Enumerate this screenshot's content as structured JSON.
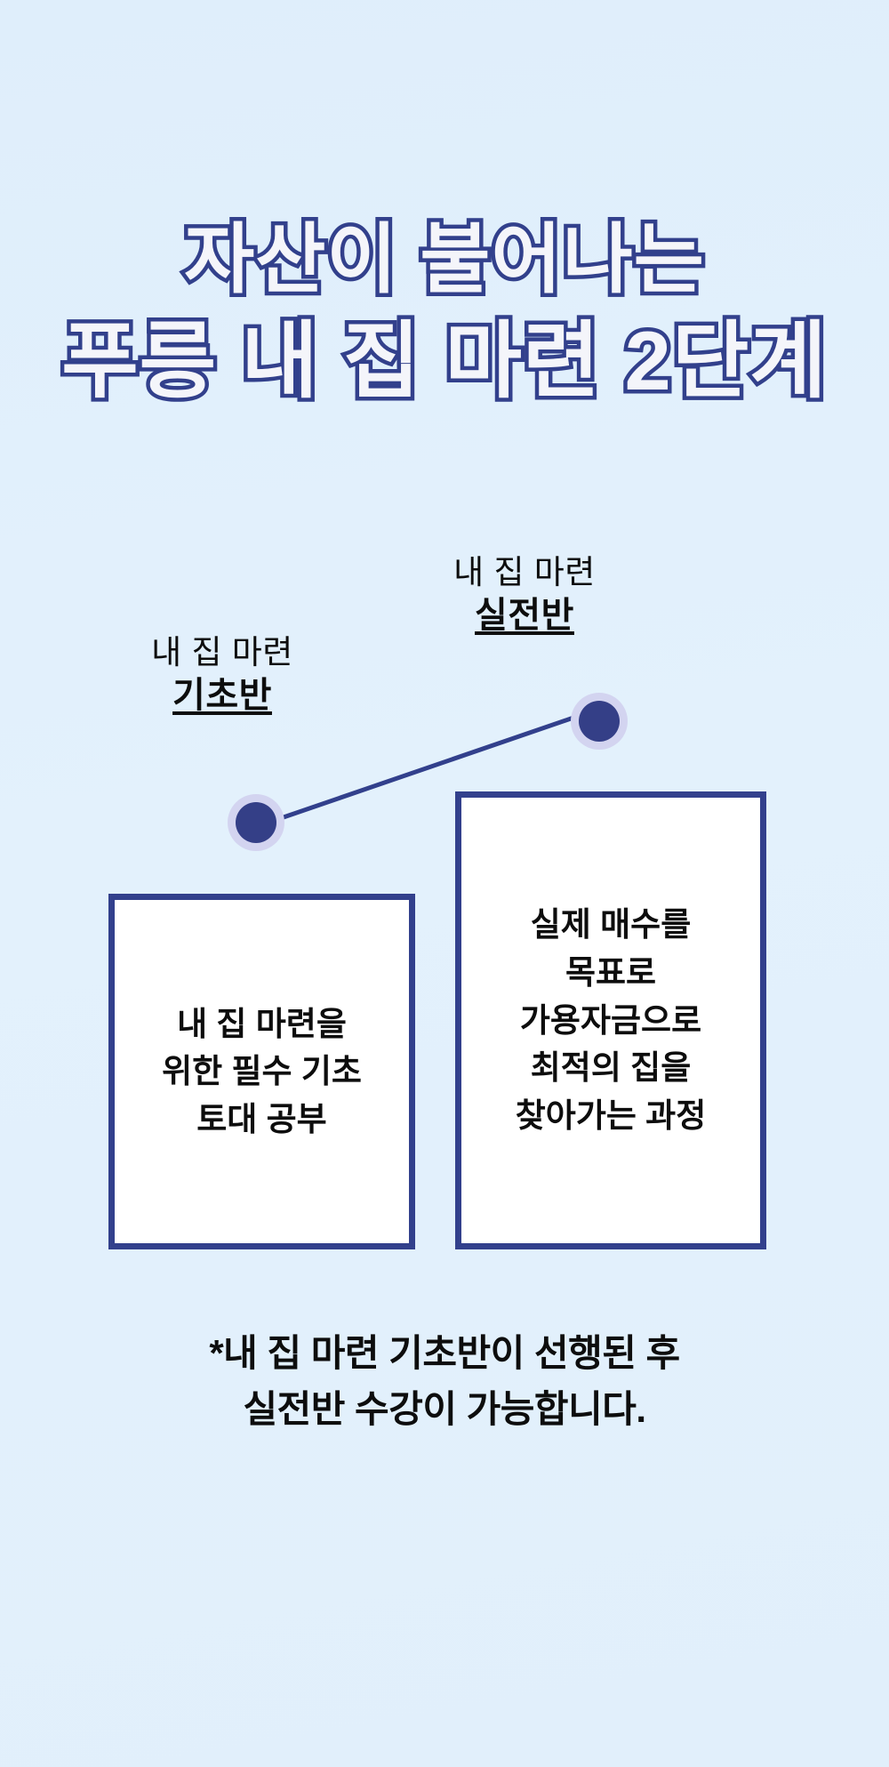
{
  "background": {
    "color": "#e2f0fb",
    "accent_navy": "#32408c",
    "dot_core": "#343f87",
    "dot_ring": "#d3d4f0",
    "card_fill": "#ffffff",
    "text_color": "#0d0d0d"
  },
  "title": {
    "line1": "자산이 불어나는",
    "line2": "푸릉 내 집 마련 2단계",
    "fill_color": "#f4f5fa",
    "stroke_color": "#32408c"
  },
  "steps": [
    {
      "id": "basic",
      "label_top": "내 집 마련",
      "label_bottom": "기초반",
      "card_text": "내 집 마련을\n위한 필수 기초\n토대 공부"
    },
    {
      "id": "applied",
      "label_top": "내 집 마련",
      "label_bottom": "실전반",
      "card_text": "실제 매수를\n목표로\n가용자금으로\n최적의 집을\n찾아가는 과정"
    }
  ],
  "footnote": {
    "text": "*내 집 마련 기초반이 선행된 후\n실전반  수강이 가능합니다."
  }
}
